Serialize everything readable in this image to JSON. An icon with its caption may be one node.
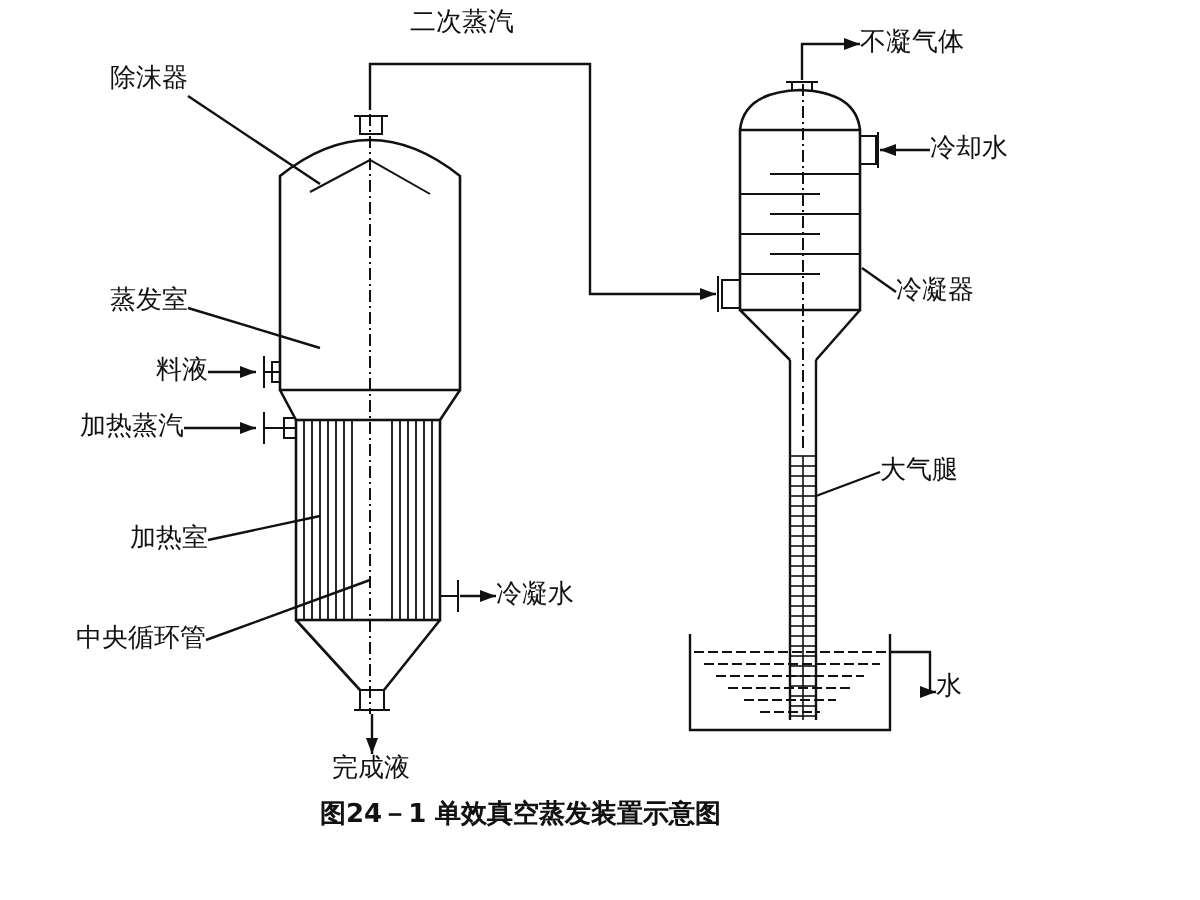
{
  "diagram": {
    "caption": "图24－1 单效真空蒸发装置示意图",
    "nodes": [
      {
        "text": [],
        "shape": "picture"
      },
      {
        "text": [],
        "shape": "picture"
      },
      {
        "text": [],
        "shape": "box"
      },
      {
        "text": [
          "除沫器"
        ]
      },
      {
        "text": [
          "蒸发室"
        ]
      },
      {
        "text": [
          "料液"
        ]
      },
      {
        "text": [
          "加热蒸汽"
        ]
      },
      {
        "text": [
          "加热室"
        ]
      },
      {
        "text": [
          "中央循环管"
        ]
      },
      {
        "text": [
          "完成液"
        ]
      },
      {
        "text": [
          "冷凝水"
        ]
      },
      {
        "text": [
          "不凝气体"
        ]
      },
      {
        "text": [
          "冷却水"
        ]
      },
      {
        "text": [
          "冷凝器"
        ]
      },
      {
        "text": [
          "大气腿"
        ]
      },
      {
        "text": [
          "水"
        ]
      }
    ],
    "edges": [
      {
        "from": 0,
        "to": 1,
        "arrow": "to",
        "label": "二次蒸汽"
      },
      {
        "from": 3,
        "to": 0,
        "arrow": "none"
      },
      {
        "from": 4,
        "to": 0,
        "arrow": "none"
      },
      {
        "from": 5,
        "to": 0,
        "arrow": "to"
      },
      {
        "from": 6,
        "to": 0,
        "arrow": "to"
      },
      {
        "from": 7,
        "to": 0,
        "arrow": "none"
      },
      {
        "from": 8,
        "to": 0,
        "arrow": "none"
      },
      {
        "from": 0,
        "to": 9,
        "arrow": "to"
      },
      {
        "from": 0,
        "to": 10,
        "arrow": "to"
      },
      {
        "from": 1,
        "to": 11,
        "arrow": "to"
      },
      {
        "from": 12,
        "to": 1,
        "arrow": "to"
      },
      {
        "from": 13,
        "to": 1,
        "arrow": "none"
      },
      {
        "from": 14,
        "to": 1,
        "arrow": "none"
      },
      {
        "from": 2,
        "to": 15,
        "arrow": "to"
      }
    ]
  }
}
